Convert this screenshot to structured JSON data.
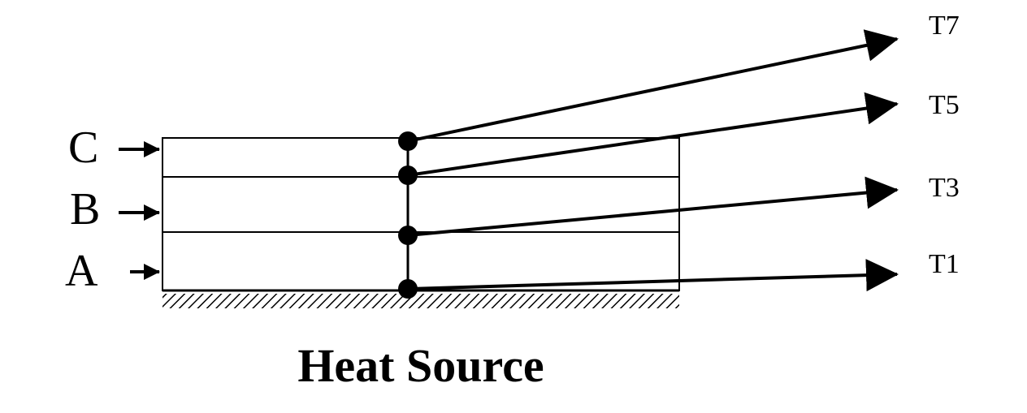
{
  "layers": [
    {
      "label": "C"
    },
    {
      "label": "B"
    },
    {
      "label": "A"
    }
  ],
  "probes": [
    {
      "label": "T7"
    },
    {
      "label": "T5"
    },
    {
      "label": "T3"
    },
    {
      "label": "T1"
    }
  ],
  "caption": "Heat Source",
  "colors": {
    "ink": "#000000",
    "background": "#ffffff"
  }
}
